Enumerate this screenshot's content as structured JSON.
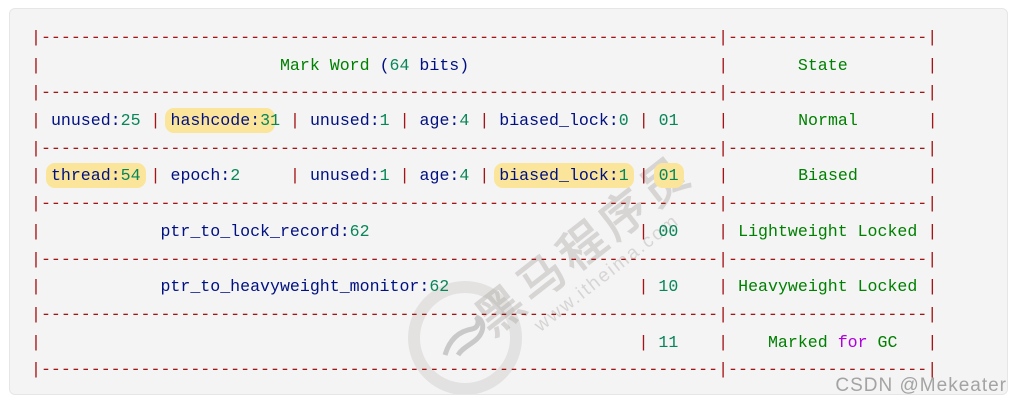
{
  "colors": {
    "punctuation": "#a31515",
    "identifier": "#001080",
    "number": "#098658",
    "green_word": "#008000",
    "keyword": "#af00db",
    "highlight": "#fae59b",
    "watermark_gray": "#aaa49e",
    "csdn_gray": "#a3a3a3",
    "panel_bg": "#f4f4f5",
    "panel_border": "#e6e6e6"
  },
  "table": {
    "col1_header": "Mark Word (64 bits)",
    "col2_header": "State",
    "rows": [
      {
        "mark_word": "unused:25 | hashcode:31 | unused:1 | age:4 | biased_lock:0 | 01",
        "state": "Normal"
      },
      {
        "mark_word": "thread:54 | epoch:2 | unused:1 | age:4 | biased_lock:1 | 01",
        "state": "Biased"
      },
      {
        "mark_word": "ptr_to_lock_record:62 | 00",
        "state": "Lightweight Locked"
      },
      {
        "mark_word": "ptr_to_heavyweight_monitor:62 | 10",
        "state": "Heavyweight Locked"
      },
      {
        "mark_word": "| 11",
        "state": "Marked for GC"
      }
    ],
    "highlighted_fragments": [
      "hashcode:3",
      "thread:54",
      "biased_lock:1",
      "01"
    ]
  },
  "code": {
    "dash_cols": [
      68,
      20
    ],
    "lines": [
      "dash",
      [
        [
          "|",
          "p"
        ],
        [
          24,
          "sp"
        ],
        [
          "Mark Word",
          "g"
        ],
        [
          1,
          "sp"
        ],
        [
          "(",
          "i"
        ],
        [
          "64",
          "n"
        ],
        [
          1,
          "sp"
        ],
        [
          "bits",
          "i"
        ],
        [
          ")",
          "i"
        ],
        [
          25,
          "sp"
        ],
        [
          "|",
          "p"
        ],
        [
          7,
          "sp"
        ],
        [
          "State",
          "g"
        ],
        [
          8,
          "sp"
        ],
        [
          "|",
          "p"
        ]
      ],
      "dash",
      [
        [
          "|",
          "p"
        ],
        [
          1,
          "sp"
        ],
        [
          "unused:",
          "i"
        ],
        [
          "25",
          "n"
        ],
        [
          1,
          "sp"
        ],
        [
          "|",
          "p"
        ],
        [
          1,
          "sp"
        ],
        [
          "hashcode:",
          "i",
          1
        ],
        [
          "3",
          "n",
          1
        ],
        [
          "1",
          "n"
        ],
        [
          1,
          "sp"
        ],
        [
          "|",
          "p"
        ],
        [
          1,
          "sp"
        ],
        [
          "unused:",
          "i"
        ],
        [
          "1",
          "n"
        ],
        [
          1,
          "sp"
        ],
        [
          "|",
          "p"
        ],
        [
          1,
          "sp"
        ],
        [
          "age:",
          "i"
        ],
        [
          "4",
          "n"
        ],
        [
          1,
          "sp"
        ],
        [
          "|",
          "p"
        ],
        [
          1,
          "sp"
        ],
        [
          "biased_lock:",
          "i"
        ],
        [
          "0",
          "n"
        ],
        [
          1,
          "sp"
        ],
        [
          "|",
          "p"
        ],
        [
          1,
          "sp"
        ],
        [
          "01",
          "n"
        ],
        [
          4,
          "sp"
        ],
        [
          "|",
          "p"
        ],
        [
          7,
          "sp"
        ],
        [
          "Normal",
          "g"
        ],
        [
          7,
          "sp"
        ],
        [
          "|",
          "p"
        ]
      ],
      "dash",
      [
        [
          "|",
          "p"
        ],
        [
          1,
          "sp"
        ],
        [
          "thread:",
          "i",
          1
        ],
        [
          "54",
          "n",
          1
        ],
        [
          1,
          "sp"
        ],
        [
          "|",
          "p"
        ],
        [
          1,
          "sp"
        ],
        [
          "epoch:",
          "i"
        ],
        [
          "2",
          "n"
        ],
        [
          5,
          "sp"
        ],
        [
          "|",
          "p"
        ],
        [
          1,
          "sp"
        ],
        [
          "unused:",
          "i"
        ],
        [
          "1",
          "n"
        ],
        [
          1,
          "sp"
        ],
        [
          "|",
          "p"
        ],
        [
          1,
          "sp"
        ],
        [
          "age:",
          "i"
        ],
        [
          "4",
          "n"
        ],
        [
          1,
          "sp"
        ],
        [
          "|",
          "p"
        ],
        [
          1,
          "sp"
        ],
        [
          "biased_lock:",
          "i",
          1
        ],
        [
          "1",
          "n",
          1
        ],
        [
          1,
          "sp"
        ],
        [
          "|",
          "p"
        ],
        [
          1,
          "sp"
        ],
        [
          "01",
          "n",
          1
        ],
        [
          4,
          "sp"
        ],
        [
          "|",
          "p"
        ],
        [
          7,
          "sp"
        ],
        [
          "Biased",
          "g"
        ],
        [
          7,
          "sp"
        ],
        [
          "|",
          "p"
        ]
      ],
      "dash",
      [
        [
          "|",
          "p"
        ],
        [
          12,
          "sp"
        ],
        [
          "ptr_to_lock_record:",
          "i"
        ],
        [
          "62",
          "n"
        ],
        [
          27,
          "sp"
        ],
        [
          "|",
          "p"
        ],
        [
          1,
          "sp"
        ],
        [
          "00",
          "n"
        ],
        [
          4,
          "sp"
        ],
        [
          "|",
          "p"
        ],
        [
          1,
          "sp"
        ],
        [
          "Lightweight Locked",
          "g"
        ],
        [
          1,
          "sp"
        ],
        [
          "|",
          "p"
        ]
      ],
      "dash",
      [
        [
          "|",
          "p"
        ],
        [
          12,
          "sp"
        ],
        [
          "ptr_to_heavyweight_monitor:",
          "i"
        ],
        [
          "62",
          "n"
        ],
        [
          19,
          "sp"
        ],
        [
          "|",
          "p"
        ],
        [
          1,
          "sp"
        ],
        [
          "10",
          "n"
        ],
        [
          4,
          "sp"
        ],
        [
          "|",
          "p"
        ],
        [
          1,
          "sp"
        ],
        [
          "Heavyweight Locked",
          "g"
        ],
        [
          1,
          "sp"
        ],
        [
          "|",
          "p"
        ]
      ],
      "dash",
      [
        [
          "|",
          "p"
        ],
        [
          60,
          "sp"
        ],
        [
          "|",
          "p"
        ],
        [
          1,
          "sp"
        ],
        [
          "11",
          "n"
        ],
        [
          4,
          "sp"
        ],
        [
          "|",
          "p"
        ],
        [
          4,
          "sp"
        ],
        [
          "Marked",
          "g"
        ],
        [
          1,
          "sp"
        ],
        [
          "for",
          "k"
        ],
        [
          1,
          "sp"
        ],
        [
          "GC",
          "g"
        ],
        [
          3,
          "sp"
        ],
        [
          "|",
          "p"
        ]
      ],
      "dash"
    ]
  },
  "watermarks": {
    "site_name": "黑马程序员",
    "site_url": "www.itheima.com",
    "csdn": "CSDN @Mekeater"
  }
}
